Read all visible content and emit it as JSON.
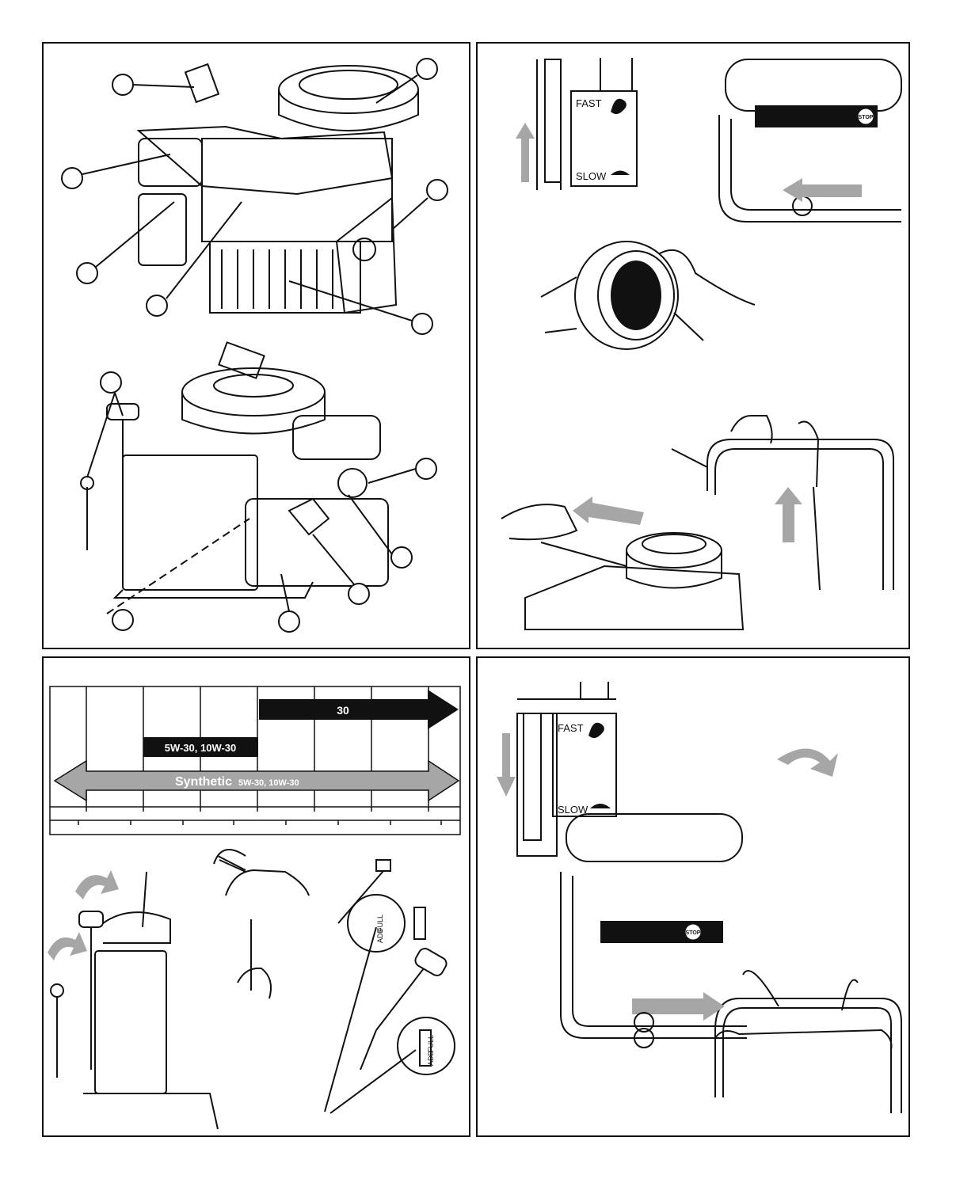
{
  "throttle_labels": {
    "fast": "FAST",
    "slow": "SLOW"
  },
  "control_panel": {
    "stop_sign": "STOP"
  },
  "oil_chart": {
    "grade_30": "30",
    "grade_multi": "5W-30,  10W-30",
    "synthetic_word": "Synthetic",
    "synthetic_grades": "5W-30,  10W-30"
  },
  "dipstick": {
    "full": "FULL",
    "add": "ADD"
  },
  "colors": {
    "line": "#111111",
    "arrow_gray": "#a6a6a6",
    "dark_fill": "#111111"
  }
}
